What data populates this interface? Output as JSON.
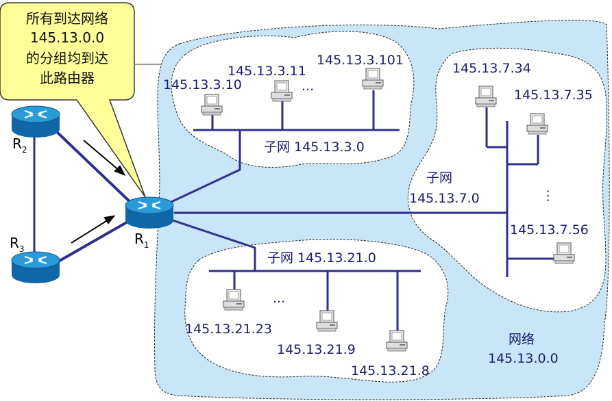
{
  "callout": {
    "line1": "所有到达网络",
    "line2": "145.13.0.0",
    "line3": "的分组均到达",
    "line4": "此路由器"
  },
  "routers": {
    "r1": {
      "main": "R",
      "sub": "1"
    },
    "r2": {
      "main": "R",
      "sub": "2"
    },
    "r3": {
      "main": "R",
      "sub": "3"
    }
  },
  "subnet_3": {
    "hosts": [
      "145.13.3.10",
      "145.13.3.11",
      "145.13.3.101"
    ],
    "ellipsis": "...",
    "label": "子网 145.13.3.0"
  },
  "subnet_7": {
    "hosts": [
      "145.13.7.34",
      "145.13.7.35",
      "145.13.7.56"
    ],
    "ellipsis": "⋮",
    "label_line1": "子网",
    "label_line2": "145.13.7.0"
  },
  "subnet_21": {
    "hosts": [
      "145.13.21.23",
      "145.13.21.9",
      "145.13.21.8"
    ],
    "ellipsis": "...",
    "label": "子网 145.13.21.0"
  },
  "network": {
    "label_line1": "网络",
    "label_line2": "145.13.0.0"
  },
  "colors": {
    "network_fill": "#c8e6f7",
    "callout_fill": "#ffff99",
    "link": "#2e2e8c",
    "router": "#1e88c8"
  }
}
